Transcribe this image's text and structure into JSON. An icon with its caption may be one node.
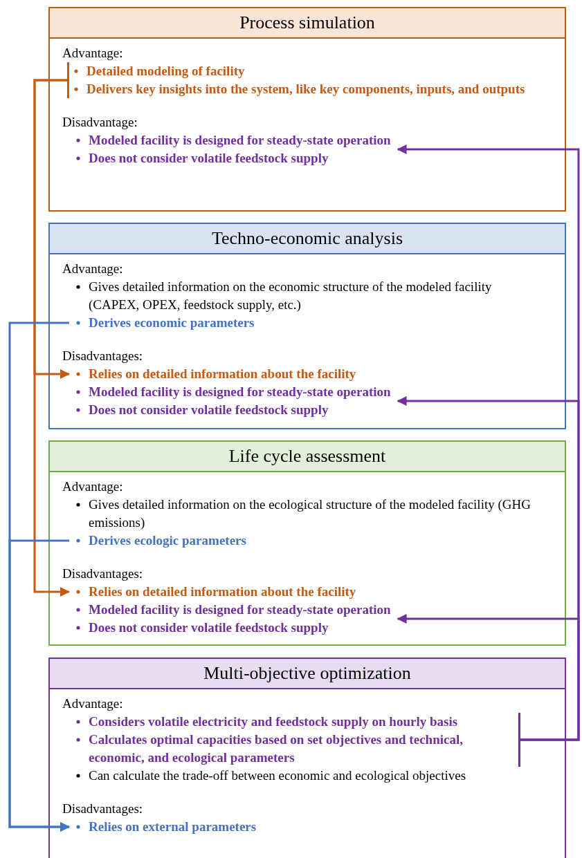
{
  "diagram": {
    "nodes": [
      {
        "text": [
          "Process simulation",
          "Advantage:",
          "Disadvantage:"
        ]
      },
      {
        "text": [
          "Detailed modeling of facility",
          "Delivers key insights into the system, like key components, inputs, and outputs"
        ],
        "in": 0
      },
      {
        "text": [
          "Modeled facility is designed for steady-state operation",
          "Does not consider volatile feedstock supply"
        ],
        "in": 0
      },
      {
        "text": [
          "Techno-economic analysis",
          "Advantage:",
          "Gives detailed information on the economic structure of the modeled facility (CAPEX, OPEX, feedstock supply, etc.)",
          "Disadvantages:"
        ]
      },
      {
        "text": [
          "Derives economic parameters"
        ],
        "in": 3
      },
      {
        "text": [
          "Relies on detailed information about the facility"
        ],
        "in": 3
      },
      {
        "text": [
          "Modeled facility is designed for steady-state operation",
          "Does not consider volatile feedstock supply"
        ],
        "in": 3
      },
      {
        "text": [
          "Life cycle assessment",
          "Advantage:",
          "Gives detailed information on the ecological structure of the modeled facility (GHG emissions)",
          "Disadvantages:"
        ]
      },
      {
        "text": [
          "Derives ecologic parameters"
        ],
        "in": 7
      },
      {
        "text": [
          "Relies on detailed information about the facility"
        ],
        "in": 7
      },
      {
        "text": [
          "Modeled facility is designed for steady-state operation",
          "Does not consider volatile feedstock supply"
        ],
        "in": 7
      },
      {
        "text": [
          "Multi-objective optimization",
          "Advantage:",
          "Can calculate the trade-off between economic and ecological objectives",
          "Disadvantages:"
        ]
      },
      {
        "text": [
          "Considers volatile electricity and feedstock supply on hourly basis",
          "Calculates optimal capacities based on set objectives and technical, economic, and ecological parameters"
        ],
        "in": 11
      },
      {
        "text": [
          "Relies on external parameters"
        ],
        "in": 11
      }
    ],
    "edges": [
      {
        "from": 1,
        "to": 5,
        "arrow": "to",
        "color": "#c55a11"
      },
      {
        "from": 1,
        "to": 9,
        "arrow": "to",
        "color": "#c55a11"
      },
      {
        "from": 4,
        "to": 13,
        "arrow": "to",
        "color": "#4472c4"
      },
      {
        "from": 8,
        "to": 13,
        "arrow": "to",
        "color": "#4472c4"
      },
      {
        "from": 12,
        "to": 2,
        "arrow": "to",
        "color": "#7030a0"
      },
      {
        "from": 12,
        "to": 6,
        "arrow": "to",
        "color": "#7030a0"
      },
      {
        "from": 12,
        "to": 10,
        "arrow": "to",
        "color": "#7030a0"
      }
    ]
  }
}
